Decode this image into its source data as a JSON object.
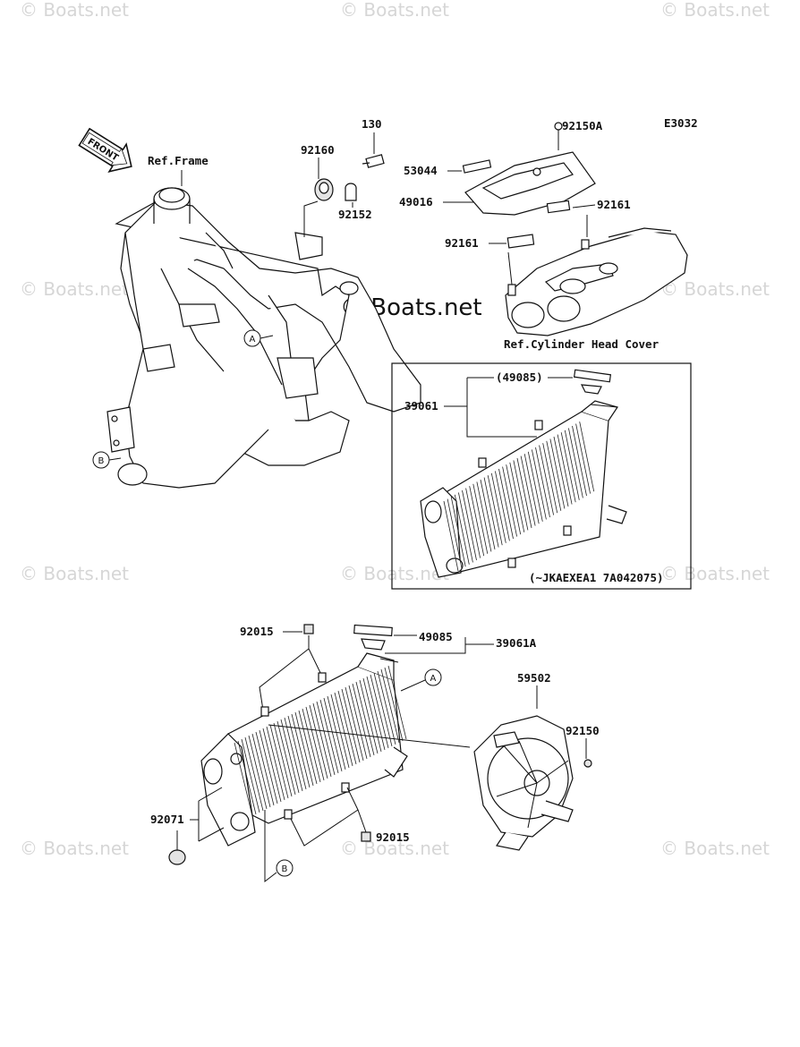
{
  "diagram": {
    "code": "E3032",
    "front_label": "FRONT",
    "ref_frame": "Ref.Frame",
    "ref_cylinder": "Ref.Cylinder Head Cover",
    "inset_note": "(~JKAEXEA1 7A042075)",
    "watermark": "© Boats.net",
    "watermark_center": "© Boats.net"
  },
  "parts": {
    "p130": "130",
    "p92160": "92160",
    "p92152": "92152",
    "p92150A": "92150A",
    "p53044": "53044",
    "p49016": "49016",
    "p92161a": "92161",
    "p92161b": "92161",
    "p49085_paren": "(49085)",
    "p39061": "39061",
    "p92015a": "92015",
    "p49085": "49085",
    "p39061A": "39061A",
    "p59502": "59502",
    "p92150": "92150",
    "p92071": "92071",
    "p92015b": "92015"
  },
  "callouts": {
    "a": "A",
    "b": "B"
  }
}
